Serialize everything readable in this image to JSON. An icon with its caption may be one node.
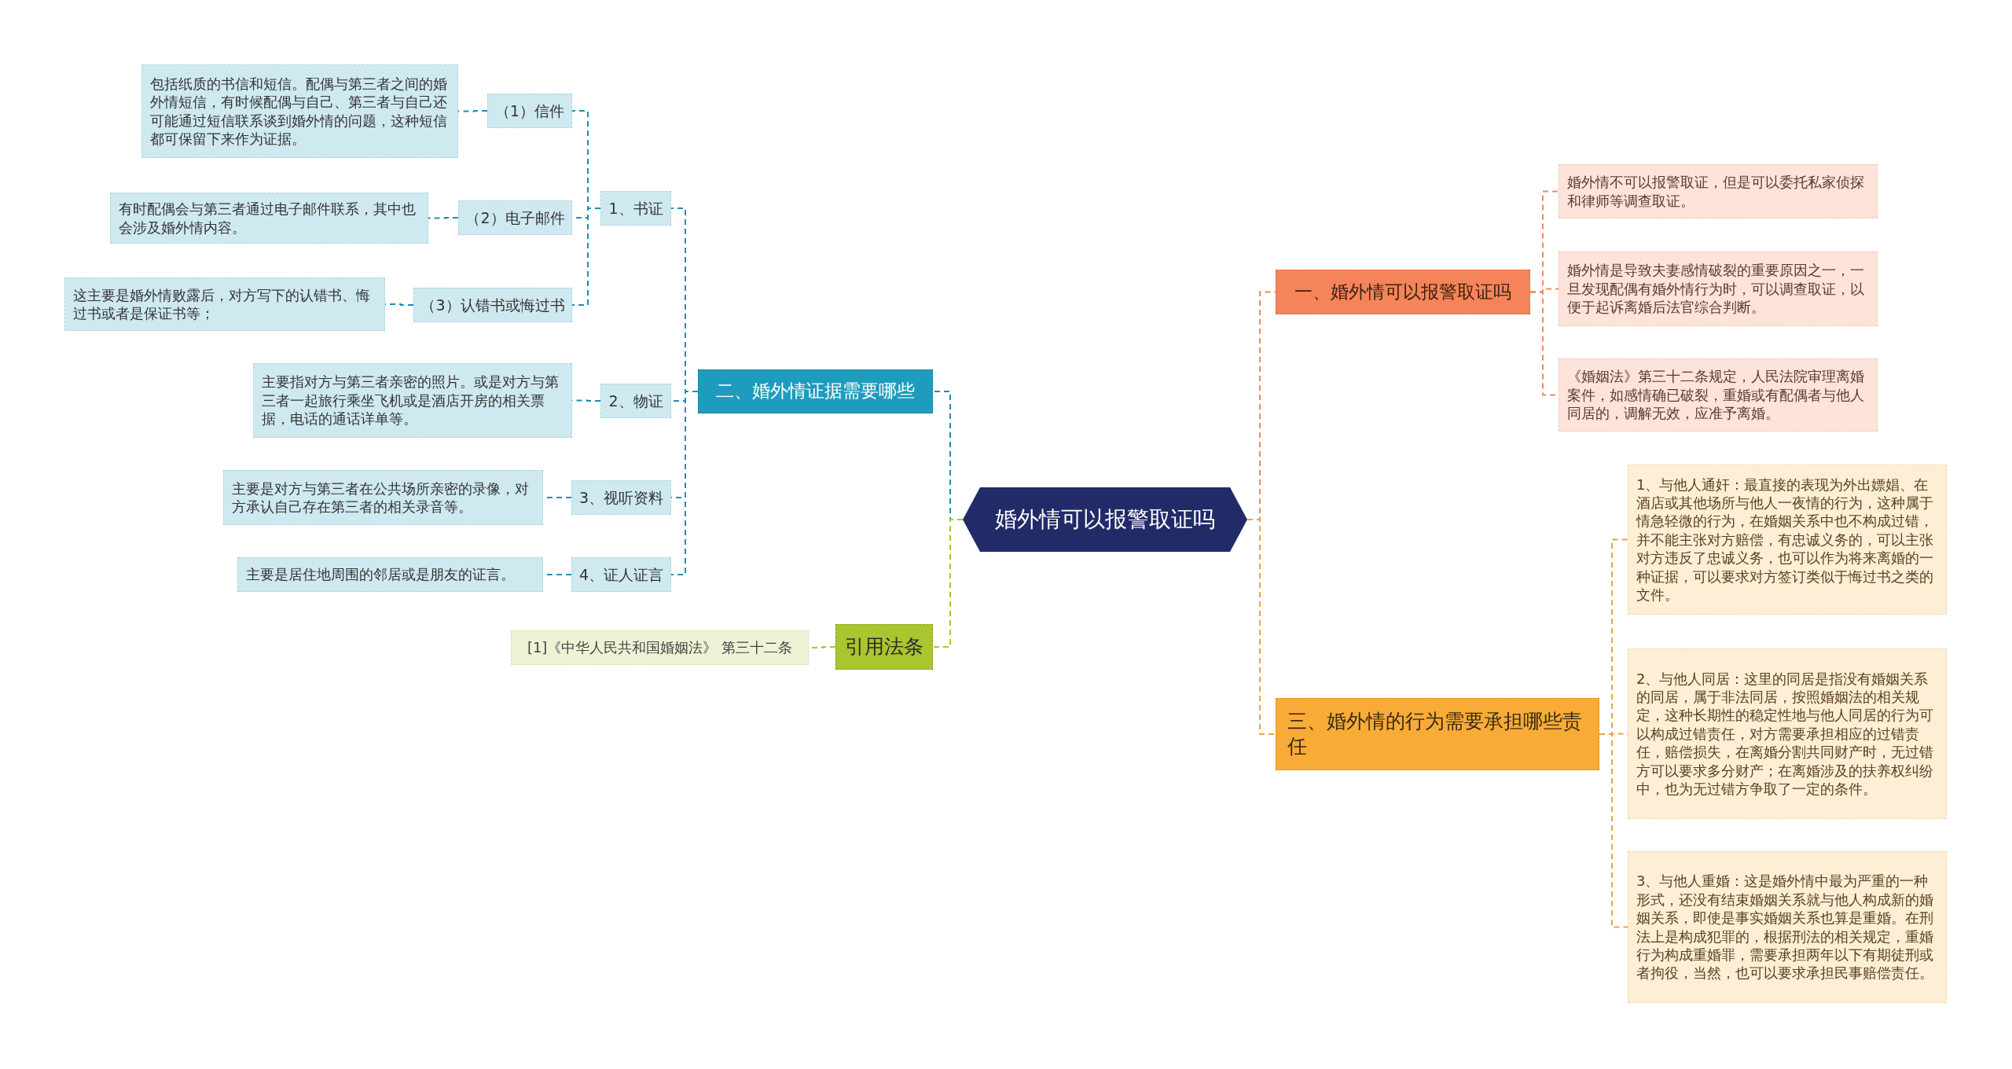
{
  "diagram": {
    "nodes": [
      {
        "text": [
          "婚外情可以报警取证吗"
        ]
      },
      {
        "text": [
          "二、婚外情证据需要哪些"
        ]
      },
      {
        "text": [
          "1、书证"
        ]
      },
      {
        "text": [
          "（1）信件"
        ]
      },
      {
        "text": [
          "包括纸质的书信和短信。配偶与第三者之间的婚外情短信，有时候配偶与自己、第三者与自己还可能通过短信联系谈到婚外情的问题，这种短信都可保留下来作为证据。"
        ]
      },
      {
        "text": [
          "（2）电子邮件"
        ]
      },
      {
        "text": [
          "有时配偶会与第三者通过电子邮件联系，其中也会涉及婚外情内容。"
        ]
      },
      {
        "text": [
          "（3）认错书或悔过书"
        ]
      },
      {
        "text": [
          "这主要是婚外情败露后，对方写下的认错书、悔过书或者是保证书等；"
        ]
      },
      {
        "text": [
          "2、物证"
        ]
      },
      {
        "text": [
          "主要指对方与第三者亲密的照片。或是对方与第三者一起旅行乘坐飞机或是酒店开房的相关票据，电话的通话详单等。"
        ]
      },
      {
        "text": [
          "3、视听资料"
        ]
      },
      {
        "text": [
          "主要是对方与第三者在公共场所亲密的录像，对方承认自己存在第三者的相关录音等。"
        ]
      },
      {
        "text": [
          "4、证人证言"
        ]
      },
      {
        "text": [
          "主要是居住地周围的邻居或是朋友的证言。"
        ]
      },
      {
        "text": [
          "引用法条"
        ]
      },
      {
        "text": [
          "[1]《中华人民共和国婚姻法》 第三十二条"
        ]
      },
      {
        "text": [
          "一、婚外情可以报警取证吗"
        ]
      },
      {
        "text": [
          "婚外情不可以报警取证，但是可以委托私家侦探和律师等调查取证。"
        ]
      },
      {
        "text": [
          "婚外情是导致夫妻感情破裂的重要原因之一，一旦发现配偶有婚外情行为时，可以调查取证，以便于起诉离婚后法官综合判断。"
        ]
      },
      {
        "text": [
          "《婚姻法》第三十二条规定，人民法院审理离婚案件，如感情确已破裂，重婚或有配偶者与他人同居的，调解无效，应准予离婚。"
        ]
      },
      {
        "text": [
          "三、婚外情的行为需要承担哪些责任"
        ]
      },
      {
        "text": [
          "1、与他人通奸：最直接的表现为外出嫖娼、在酒店或其他场所与他人一夜情的行为，这种属于情急轻微的行为，在婚姻关系中也不构成过错，并不能主张对方赔偿，有忠诚义务的，可以主张对方违反了忠诚义务，也可以作为将来离婚的一种证据，可以要求对方签订类似于悔过书之类的文件。"
        ]
      },
      {
        "text": [
          "2、与他人同居：这里的同居是指没有婚姻关系的同居，属于非法同居，按照婚姻法的相关规定，这种长期性的稳定性地与他人同居的行为可以构成过错责任，对方需要承担相应的过错责任，赔偿损失，在离婚分割共同财产时，无过错方可以要求多分财产；在离婚涉及的扶养权纠纷中，也为无过错方争取了一定的条件。"
        ]
      },
      {
        "text": [
          "3、与他人重婚：这是婚外情中最为严重的一种形式，还没有结束婚姻关系就与他人构成新的婚姻关系，即使是事实婚姻关系也算是重婚。在刑法上是构成犯罪的，根据刑法的相关规定，重婚行为构成重婚罪，需要承担两年以下有期徒刑或者拘役，当然，也可以要求承担民事赔偿责任。"
        ]
      }
    ],
    "edges": [
      {
        "from": 0,
        "to": 1,
        "arrow": "none",
        "style": "dashed"
      },
      {
        "from": 1,
        "to": 2,
        "arrow": "none",
        "style": "dashed"
      },
      {
        "from": 2,
        "to": 3,
        "arrow": "none",
        "style": "dashed"
      },
      {
        "from": 3,
        "to": 4,
        "arrow": "none",
        "style": "dashed"
      },
      {
        "from": 2,
        "to": 5,
        "arrow": "none",
        "style": "dashed"
      },
      {
        "from": 5,
        "to": 6,
        "arrow": "none",
        "style": "dashed"
      },
      {
        "from": 2,
        "to": 7,
        "arrow": "none",
        "style": "dashed"
      },
      {
        "from": 7,
        "to": 8,
        "arrow": "none",
        "style": "dashed"
      },
      {
        "from": 1,
        "to": 9,
        "arrow": "none",
        "style": "dashed"
      },
      {
        "from": 9,
        "to": 10,
        "arrow": "none",
        "style": "dashed"
      },
      {
        "from": 1,
        "to": 11,
        "arrow": "none",
        "style": "dashed"
      },
      {
        "from": 11,
        "to": 12,
        "arrow": "none",
        "style": "dashed"
      },
      {
        "from": 1,
        "to": 13,
        "arrow": "none",
        "style": "dashed"
      },
      {
        "from": 13,
        "to": 14,
        "arrow": "none",
        "style": "dashed"
      },
      {
        "from": 0,
        "to": 15,
        "arrow": "none",
        "style": "dashed",
        "color": "#a8c62e"
      },
      {
        "from": 15,
        "to": 16,
        "arrow": "none",
        "style": "dashed",
        "color": "#a8c62e"
      },
      {
        "from": 0,
        "to": 17,
        "arrow": "none",
        "style": "dashed",
        "color": "#ec8a62"
      },
      {
        "from": 17,
        "to": 18,
        "arrow": "none",
        "style": "dashed",
        "color": "#ec8a62"
      },
      {
        "from": 17,
        "to": 19,
        "arrow": "none",
        "style": "dashed",
        "color": "#ec8a62"
      },
      {
        "from": 17,
        "to": 20,
        "arrow": "none",
        "style": "dashed",
        "color": "#ec8a62"
      },
      {
        "from": 0,
        "to": 21,
        "arrow": "none",
        "style": "dashed",
        "color": "#e8a53a"
      },
      {
        "from": 21,
        "to": 22,
        "arrow": "none",
        "style": "dashed",
        "color": "#e8a53a"
      },
      {
        "from": 21,
        "to": 23,
        "arrow": "none",
        "style": "dashed",
        "color": "#e8a53a"
      },
      {
        "from": 21,
        "to": 24,
        "arrow": "none",
        "style": "dashed",
        "color": "#e8a53a"
      }
    ]
  }
}
